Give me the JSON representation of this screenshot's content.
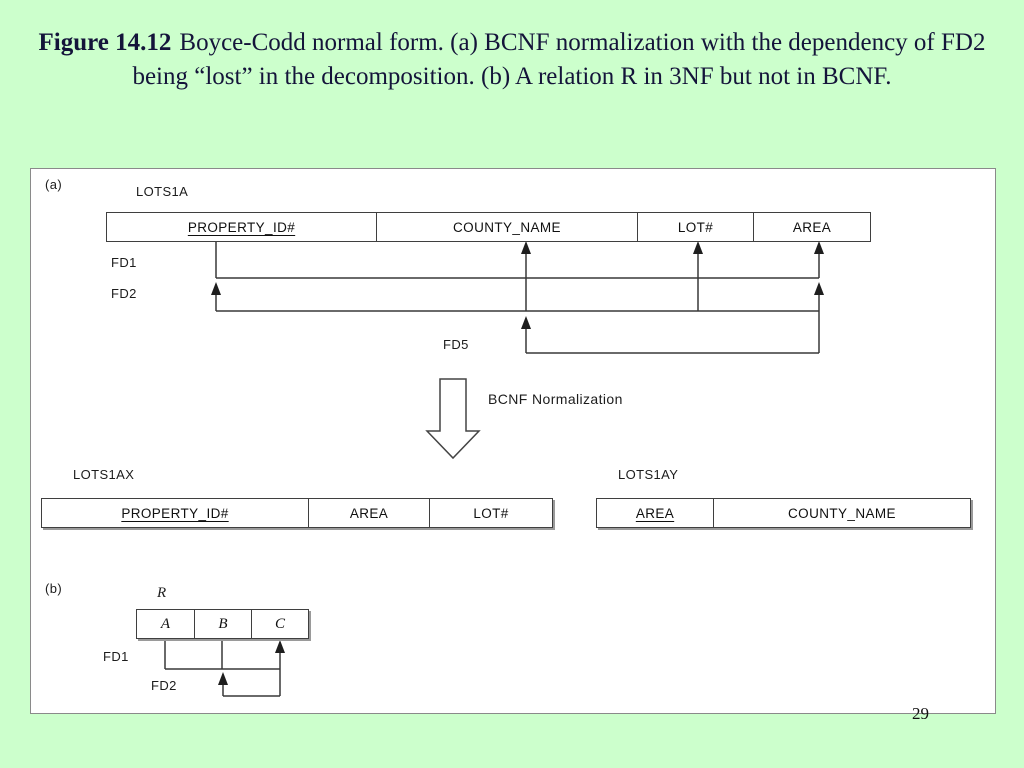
{
  "title": {
    "figure_label": "Figure 14.12",
    "text": "Boyce-Codd normal form. (a) BCNF normalization with the dependency of FD2 being “lost” in the decomposition. (b) A relation R in 3NF but not in BCNF."
  },
  "page_number": "29",
  "section_a": {
    "label": "(a)",
    "lots1a": {
      "name": "LOTS1A",
      "columns": [
        "PROPERTY_ID#",
        "COUNTY_NAME",
        "LOT#",
        "AREA"
      ]
    },
    "fd1": "FD1",
    "fd2": "FD2",
    "fd5": "FD5",
    "transform_label": "BCNF Normalization",
    "lots1ax": {
      "name": "LOTS1AX",
      "columns": [
        "PROPERTY_ID#",
        "AREA",
        "LOT#"
      ]
    },
    "lots1ay": {
      "name": "LOTS1AY",
      "columns": [
        "AREA",
        "COUNTY_NAME"
      ]
    }
  },
  "section_b": {
    "label": "(b)",
    "relation": {
      "name": "R",
      "columns": [
        "A",
        "B",
        "C"
      ]
    },
    "fd1": "FD1",
    "fd2": "FD2"
  }
}
